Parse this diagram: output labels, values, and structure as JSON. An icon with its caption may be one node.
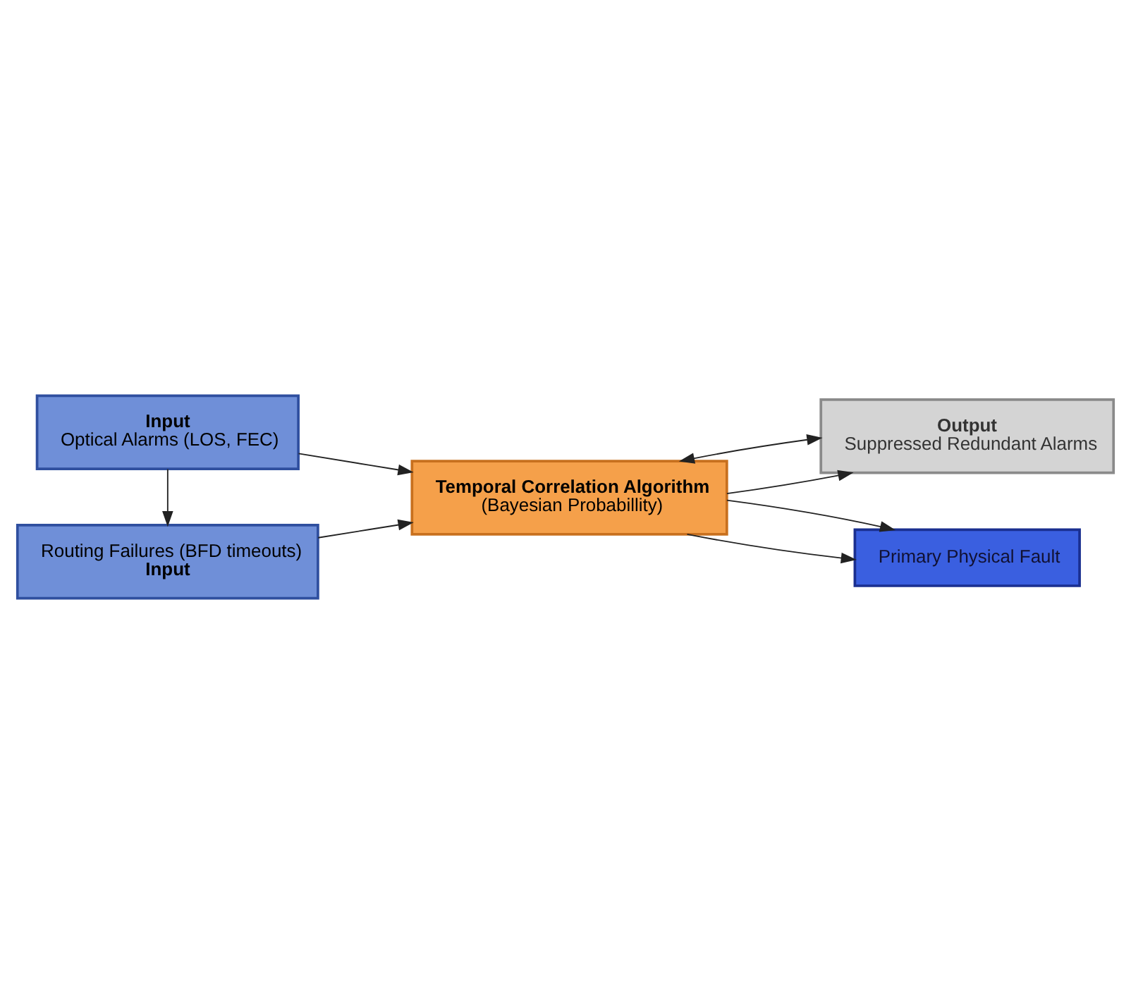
{
  "diagram": {
    "nodes": [
      {
        "text": [
          "Input",
          "Optical Alarms (LOS, FEC)"
        ]
      },
      {
        "text": [
          "Routing Failures (BFD timeouts)",
          "Input"
        ]
      },
      {
        "text": [
          "Temporal Correlation Algorithm",
          "(Bayesian Probabillity)"
        ]
      },
      {
        "text": [
          "Output",
          "Suppressed Redundant Alarms"
        ]
      },
      {
        "text": [
          "Primary Physical Fault"
        ]
      }
    ],
    "edges": [
      {
        "from": 0,
        "to": 1,
        "arrow": "to"
      },
      {
        "from": 0,
        "to": 2,
        "arrow": "to"
      },
      {
        "from": 1,
        "to": 2,
        "arrow": "to"
      },
      {
        "from": 2,
        "to": 3,
        "arrow": "to"
      },
      {
        "from": 2,
        "to": 3,
        "arrow": "both"
      },
      {
        "from": 2,
        "to": 4,
        "arrow": "to"
      },
      {
        "from": 2,
        "to": 4,
        "arrow": "to"
      }
    ]
  }
}
